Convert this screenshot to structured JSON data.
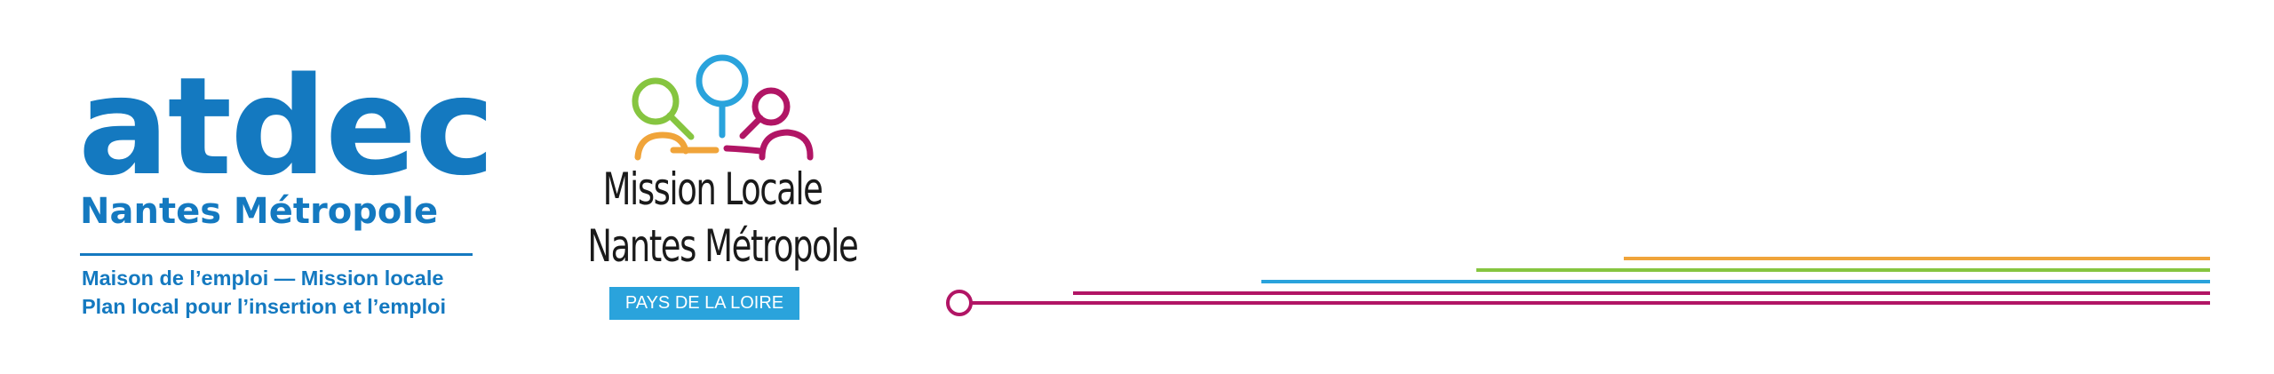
{
  "colors": {
    "atdec_blue": "#1479c0",
    "mission_blue": "#2aa3dc",
    "green": "#86c540",
    "orange": "#f0a43a",
    "magenta": "#b11565",
    "dark_text": "#1a1a1a"
  },
  "atdec": {
    "wordmark": "atdec",
    "subtitle": "Nantes Métropole",
    "tagline_line1": "Maison de l’emploi — Mission locale",
    "tagline_line2": "Plan local pour  l’insertion et l’emploi"
  },
  "mission_locale": {
    "emblem_icon": "people-magnifier-icon",
    "title_line1": "Mission Locale",
    "title_line2": "Nantes Métropole",
    "region_badge": "PAYS DE LA LOIRE"
  },
  "decoration": {
    "icon": "timeline-lines-icon"
  }
}
